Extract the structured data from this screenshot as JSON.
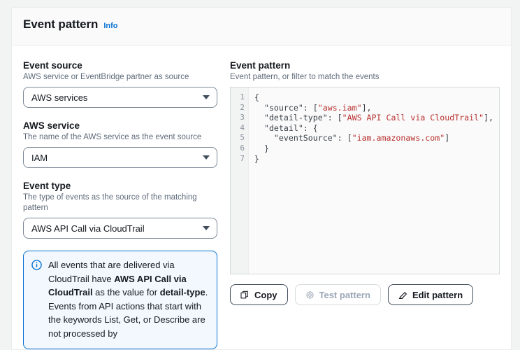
{
  "panel": {
    "title": "Event pattern",
    "info_label": "Info"
  },
  "left": {
    "event_source": {
      "label": "Event source",
      "description": "AWS service or EventBridge partner as source",
      "value": "AWS services",
      "icon": "chevron-down-icon"
    },
    "aws_service": {
      "label": "AWS service",
      "description": "The name of the AWS service as the event source",
      "value": "IAM",
      "icon": "chevron-down-icon"
    },
    "event_type": {
      "label": "Event type",
      "description": "The type of events as the source of the matching pattern",
      "value": "AWS API Call via CloudTrail",
      "icon": "chevron-down-icon"
    },
    "alert": {
      "icon": "info-circle-icon",
      "border_color": "#0972d3",
      "background_color": "#f2f8fd",
      "segments": [
        {
          "text": "All events that are delivered via CloudTrail have ",
          "bold": false
        },
        {
          "text": "AWS API Call via CloudTrail",
          "bold": true
        },
        {
          "text": " as the value for ",
          "bold": false
        },
        {
          "text": "detail-type",
          "bold": true
        },
        {
          "text": ". Events from API actions that start with the keywords List, Get, or Describe are not processed by",
          "bold": false
        }
      ]
    }
  },
  "right": {
    "label": "Event pattern",
    "description": "Event pattern, or filter to match the events",
    "editor": {
      "line_numbers": [
        "1",
        "2",
        "3",
        "4",
        "5",
        "6",
        "7"
      ],
      "lines": [
        {
          "indent": 0,
          "tokens": [
            {
              "t": "{",
              "c": "key"
            }
          ]
        },
        {
          "indent": 1,
          "tokens": [
            {
              "t": "\"source\": [",
              "c": "key"
            },
            {
              "t": "\"aws.iam\"",
              "c": "str"
            },
            {
              "t": "],",
              "c": "key"
            }
          ]
        },
        {
          "indent": 1,
          "tokens": [
            {
              "t": "\"detail-type\": [",
              "c": "key"
            },
            {
              "t": "\"AWS API Call via CloudTrail\"",
              "c": "str"
            },
            {
              "t": "],",
              "c": "key"
            }
          ]
        },
        {
          "indent": 1,
          "tokens": [
            {
              "t": "\"detail\": {",
              "c": "key"
            }
          ]
        },
        {
          "indent": 2,
          "tokens": [
            {
              "t": "\"eventSource\": [",
              "c": "key"
            },
            {
              "t": "\"iam.amazonaws.com\"",
              "c": "str"
            },
            {
              "t": "]",
              "c": "key"
            }
          ]
        },
        {
          "indent": 1,
          "tokens": [
            {
              "t": "}",
              "c": "key"
            }
          ]
        },
        {
          "indent": 0,
          "tokens": [
            {
              "t": "}",
              "c": "key"
            }
          ]
        }
      ],
      "raw_text": "{\n  \"source\": [\"aws.iam\"],\n  \"detail-type\": [\"AWS API Call via CloudTrail\"],\n  \"detail\": {\n    \"eventSource\": [\"iam.amazonaws.com\"]\n  }\n}",
      "string_color": "#b8312f",
      "key_color": "#3b4149"
    },
    "buttons": [
      {
        "label": "Copy",
        "icon": "copy-icon",
        "disabled": false
      },
      {
        "label": "Test pattern",
        "icon": "gear-icon",
        "disabled": true
      },
      {
        "label": "Edit pattern",
        "icon": "pencil-icon",
        "disabled": false
      }
    ]
  }
}
